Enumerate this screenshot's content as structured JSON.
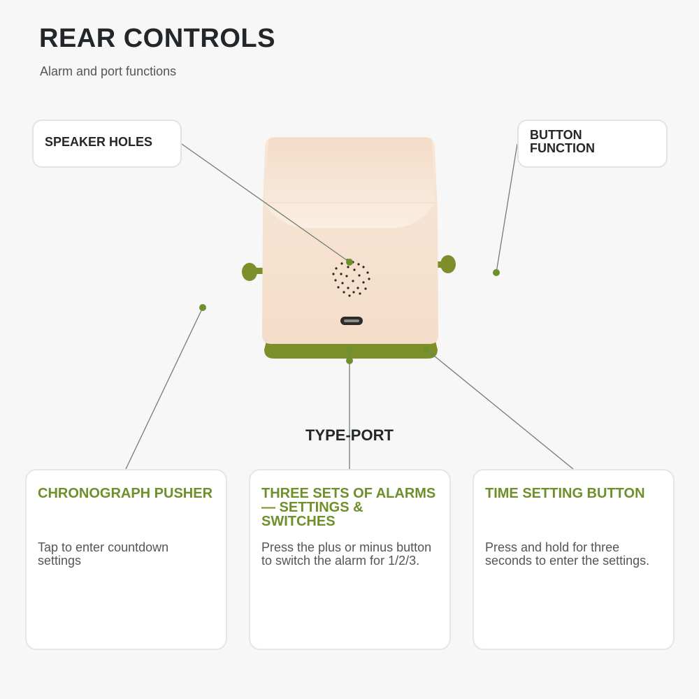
{
  "header": {
    "title": "REAR CONTROLS",
    "subtitle": "Alarm and port functions"
  },
  "callouts": {
    "speaker_holes": "SPEAKER HOLES",
    "button_function": "BUTTON FUNCTION",
    "type_port": "TYPE-PORT"
  },
  "cards": [
    {
      "title": "CHRONOGRAPH PUSHER",
      "body": "Tap to enter countdown settings"
    },
    {
      "title": "THREE SETS OF ALARMS — SETTINGS & SWITCHES",
      "body": "Press the plus or minus button to switch the alarm for 1/2/3."
    },
    {
      "title": "TIME SETTING BUTTON",
      "body": "Press and hold for three seconds to enter the settings."
    }
  ],
  "colors": {
    "accent": "#6e8f2a",
    "device_body": "#f6e2d2",
    "device_base": "#7d8f2a",
    "leader_line": "#6f7f73",
    "background": "#f7f7f7"
  }
}
